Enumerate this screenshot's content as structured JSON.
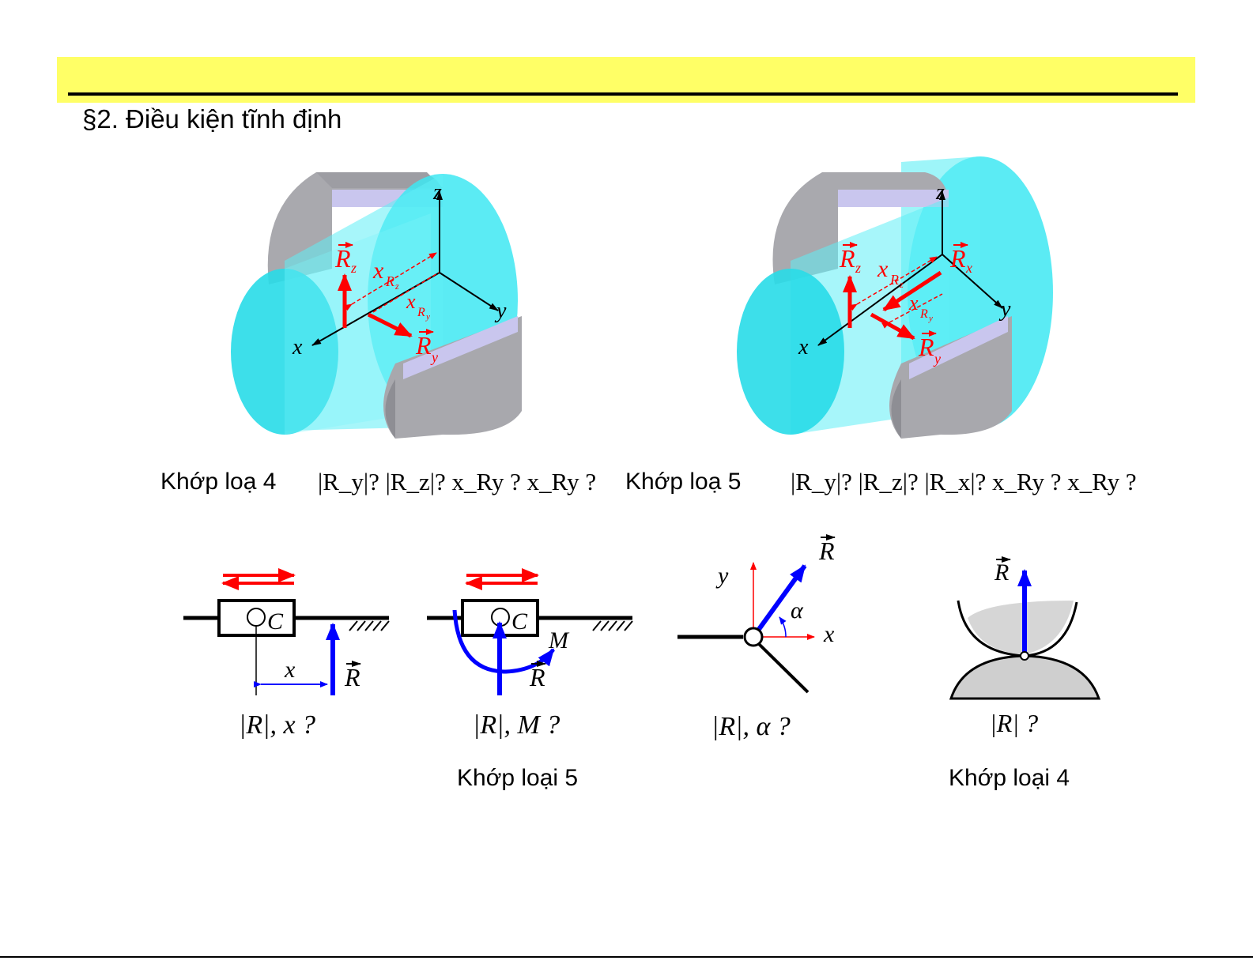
{
  "page": {
    "section_title": "§2. Điều kiện tĩnh định"
  },
  "top_left": {
    "labels": {
      "z": "z",
      "x": "x",
      "y": "y",
      "Rz": "R",
      "Rz_sub": "z",
      "Ry": "R",
      "Ry_sub": "y",
      "xRz": "x",
      "xRz_sub": "R",
      "xRz_subsub": "z",
      "xRy": "x",
      "xRy_sub": "R",
      "xRy_subsub": "y"
    },
    "caption": "Khớp loạ 4",
    "formula": "|R_y|? |R_z|? x_Ry ? x_Ry ?"
  },
  "top_right": {
    "labels": {
      "z": "z",
      "x": "x",
      "y": "y",
      "Rz": "R",
      "Rz_sub": "z",
      "Ry": "R",
      "Ry_sub": "y",
      "Rx": "R",
      "Rx_sub": "x",
      "xRz": "x",
      "xRz_sub": "R",
      "xRz_subsub": "z",
      "xRy": "x",
      "xRy_sub": "R",
      "xRy_subsub": "y"
    },
    "caption": "Khớp loạ 5",
    "formula": "|R_y|? |R_z|? |R_x|? x_Ry ? x_Ry ?"
  },
  "bottom": {
    "slider": {
      "C": "C",
      "x": "x",
      "R": "R",
      "unknowns": "|R|, x ?"
    },
    "fixed_slider": {
      "C": "C",
      "M": "M",
      "R": "R",
      "unknowns": "|R|, M ?"
    },
    "pin": {
      "y": "y",
      "x": "x",
      "alpha": "α",
      "R": "R",
      "unknowns": "|R|, α ?"
    },
    "contact": {
      "R": "R",
      "unknowns": "|R| ?"
    },
    "caption_center": "Khớp loại 5",
    "caption_right": "Khớp loại 4"
  },
  "colors": {
    "header": "#ffff66",
    "cyan": "#33e6f0",
    "red": "#ff0000",
    "blue": "#0000ff",
    "gray": "#b4b4b8"
  }
}
